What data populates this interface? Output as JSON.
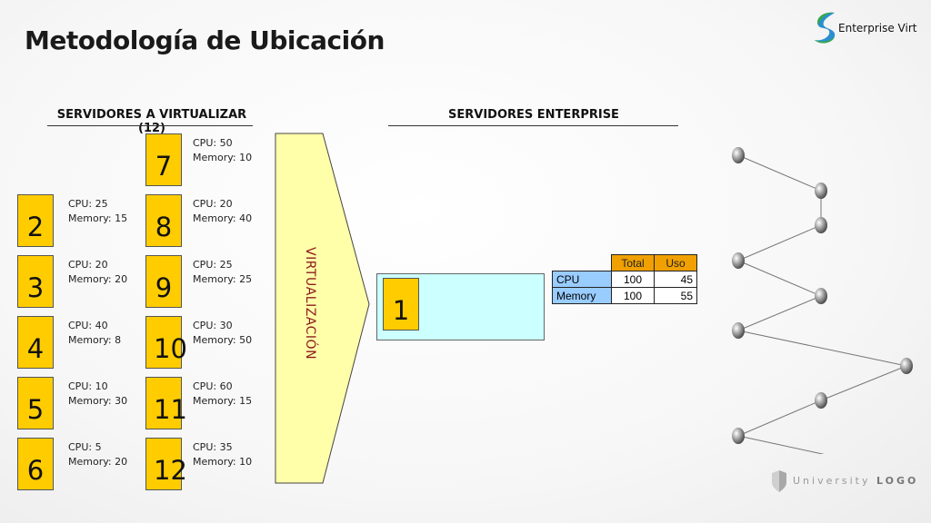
{
  "title": "Metodología de Ubicación",
  "logo": {
    "name": "Enterprise Virt"
  },
  "left_section": {
    "heading": "SERVIDORES A VIRTUALIZAR (12)"
  },
  "right_section": {
    "heading": "SERVIDORES ENTERPRISE"
  },
  "servers": [
    {
      "id": "2",
      "cpu": "CPU: 25",
      "memory": "Memory: 15"
    },
    {
      "id": "3",
      "cpu": "CPU: 20",
      "memory": "Memory: 20"
    },
    {
      "id": "4",
      "cpu": "CPU: 40",
      "memory": "Memory: 8"
    },
    {
      "id": "5",
      "cpu": "CPU: 10",
      "memory": "Memory: 30"
    },
    {
      "id": "6",
      "cpu": "CPU: 5",
      "memory": "Memory: 20"
    },
    {
      "id": "7",
      "cpu": "CPU: 50",
      "memory": "Memory: 10"
    },
    {
      "id": "8",
      "cpu": "CPU: 20",
      "memory": "Memory: 40"
    },
    {
      "id": "9",
      "cpu": "CPU: 25",
      "memory": "Memory: 25"
    },
    {
      "id": "10",
      "cpu": "CPU: 30",
      "memory": "Memory: 50"
    },
    {
      "id": "11",
      "cpu": "CPU: 60",
      "memory": "Memory: 15"
    },
    {
      "id": "12",
      "cpu": "CPU: 35",
      "memory": "Memory: 10"
    }
  ],
  "arrow_label": "VIRTUALIZACIÓN",
  "target_server": {
    "id": "1"
  },
  "usage_table": {
    "headers": [
      "Total",
      "Uso"
    ],
    "rows": [
      {
        "label": "CPU",
        "total": "100",
        "uso": "45"
      },
      {
        "label": "Memory",
        "total": "100",
        "uso": "55"
      }
    ]
  },
  "footer_logo": {
    "prefix": "University ",
    "bold": "LOGO"
  },
  "colors": {
    "server_box": "#ffcc00",
    "arrow_fill": "#ffffaa",
    "target_fill": "#ccffff",
    "table_header": "#f0a000",
    "table_label": "#99ccff",
    "vertical_label": "#8a1a1a"
  },
  "icons": [
    "enterprise-swirl-icon",
    "sphere-node-icon",
    "shield-logo-icon"
  ]
}
